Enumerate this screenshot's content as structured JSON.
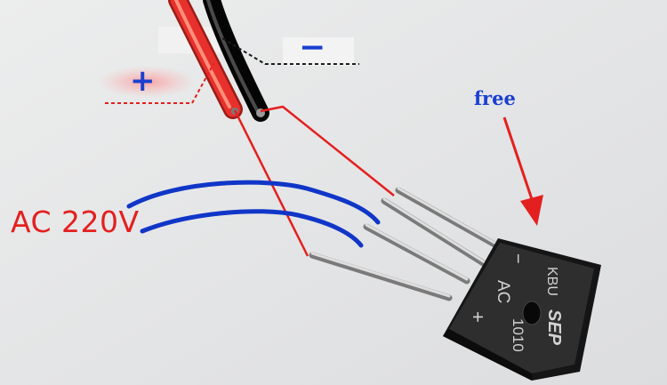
{
  "labels": {
    "plus": "+",
    "minus": "−",
    "free": "free",
    "ac": "AC 220V"
  },
  "chip": {
    "minus": "−",
    "ac": "AC",
    "plus": "+",
    "series": "KBU",
    "brand": "SEP",
    "model": "1010"
  },
  "colors": {
    "background": "#e6e7e8",
    "annotation_red": "#e3201f",
    "annotation_blue": "#1036c8",
    "plus_label": "#1a3fd0",
    "minus_label": "#1a3fd0",
    "free_label": "#1a3fd0",
    "ac_label": "#e3201f",
    "wire_red": "#e8302c",
    "wire_black": "#111111",
    "chip_body": "#2a2a2a",
    "pin": "#c4c4c4"
  },
  "icons": [
    "red-wire",
    "black-wire",
    "bridge-rectifier-chip",
    "arrow-down"
  ]
}
